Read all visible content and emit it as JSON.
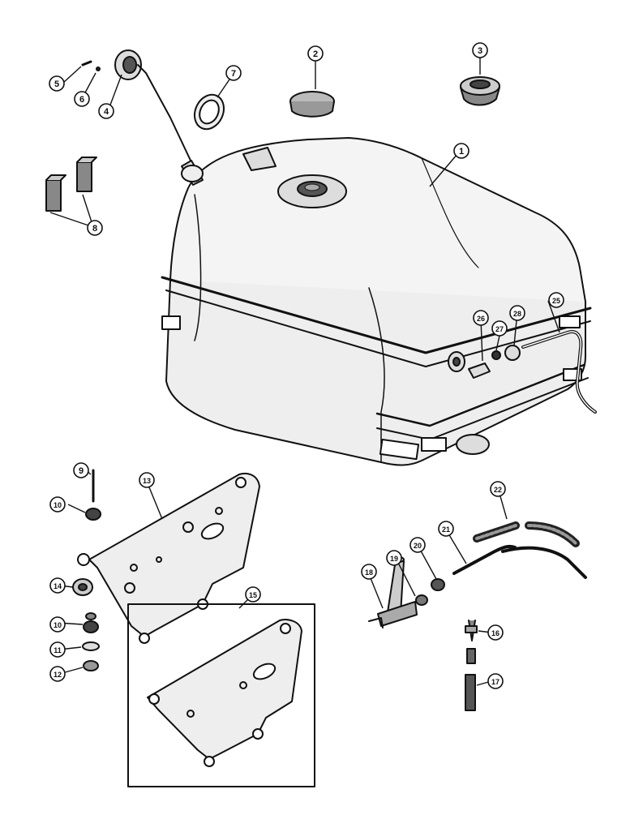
{
  "diagram": {
    "callouts": [
      {
        "id": "c1",
        "label": "1"
      },
      {
        "id": "c2",
        "label": "2"
      },
      {
        "id": "c3",
        "label": "3"
      },
      {
        "id": "c4",
        "label": "4"
      },
      {
        "id": "c5",
        "label": "5"
      },
      {
        "id": "c6",
        "label": "6"
      },
      {
        "id": "c7",
        "label": "7"
      },
      {
        "id": "c8",
        "label": "8"
      },
      {
        "id": "c9",
        "label": "9"
      },
      {
        "id": "c10a",
        "label": "10"
      },
      {
        "id": "c10b",
        "label": "10"
      },
      {
        "id": "c11",
        "label": "11"
      },
      {
        "id": "c12",
        "label": "12"
      },
      {
        "id": "c13",
        "label": "13"
      },
      {
        "id": "c14",
        "label": "14"
      },
      {
        "id": "c15",
        "label": "15"
      },
      {
        "id": "c16",
        "label": "16"
      },
      {
        "id": "c17",
        "label": "17"
      },
      {
        "id": "c18",
        "label": "18"
      },
      {
        "id": "c19",
        "label": "19"
      },
      {
        "id": "c20",
        "label": "20"
      },
      {
        "id": "c21",
        "label": "21"
      },
      {
        "id": "c22",
        "label": "22"
      },
      {
        "id": "c25",
        "label": "25"
      },
      {
        "id": "c26",
        "label": "26"
      },
      {
        "id": "c27",
        "label": "27"
      },
      {
        "id": "c28",
        "label": "28"
      }
    ]
  }
}
